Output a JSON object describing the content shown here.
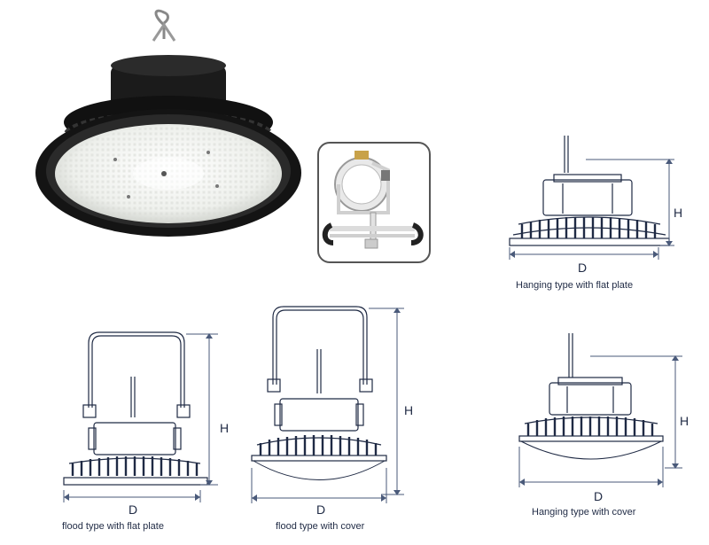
{
  "figures": [
    {
      "caption": "Hanging type with flat plate",
      "height_label": "H",
      "diameter_label": "D"
    },
    {
      "caption": "flood type with flat plate",
      "height_label": "H",
      "diameter_label": "D"
    },
    {
      "caption": "flood type with cover",
      "height_label": "H",
      "diameter_label": "D"
    },
    {
      "caption": "Hanging type with cover",
      "height_label": "H",
      "diameter_label": "D"
    }
  ],
  "colors": {
    "line": "#1f2a44",
    "dimension": "#4a5a7a",
    "housing": "#151515",
    "lens": "#f2f2ee"
  }
}
